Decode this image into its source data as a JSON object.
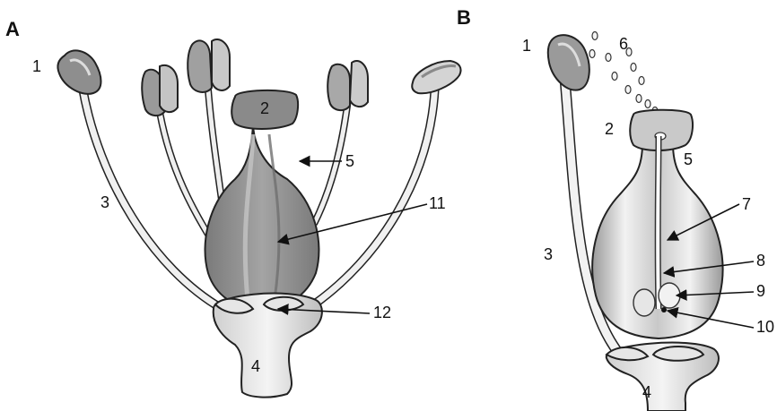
{
  "panels": {
    "a": {
      "letter": "A"
    },
    "b": {
      "letter": "B"
    }
  },
  "labels_a": {
    "l1": "1",
    "l2": "2",
    "l3": "3",
    "l4": "4",
    "l5": "5",
    "l11": "11",
    "l12": "12"
  },
  "labels_b": {
    "l1": "1",
    "l2": "2",
    "l3": "3",
    "l4": "4",
    "l5": "5",
    "l6": "6",
    "l7": "7",
    "l8": "8",
    "l9": "9",
    "l10": "10"
  },
  "colors": {
    "petal_grey": "#8e8e8e",
    "light_grey": "#e6e6e6",
    "mid_grey": "#b9b9b9",
    "outline": "#222222"
  }
}
